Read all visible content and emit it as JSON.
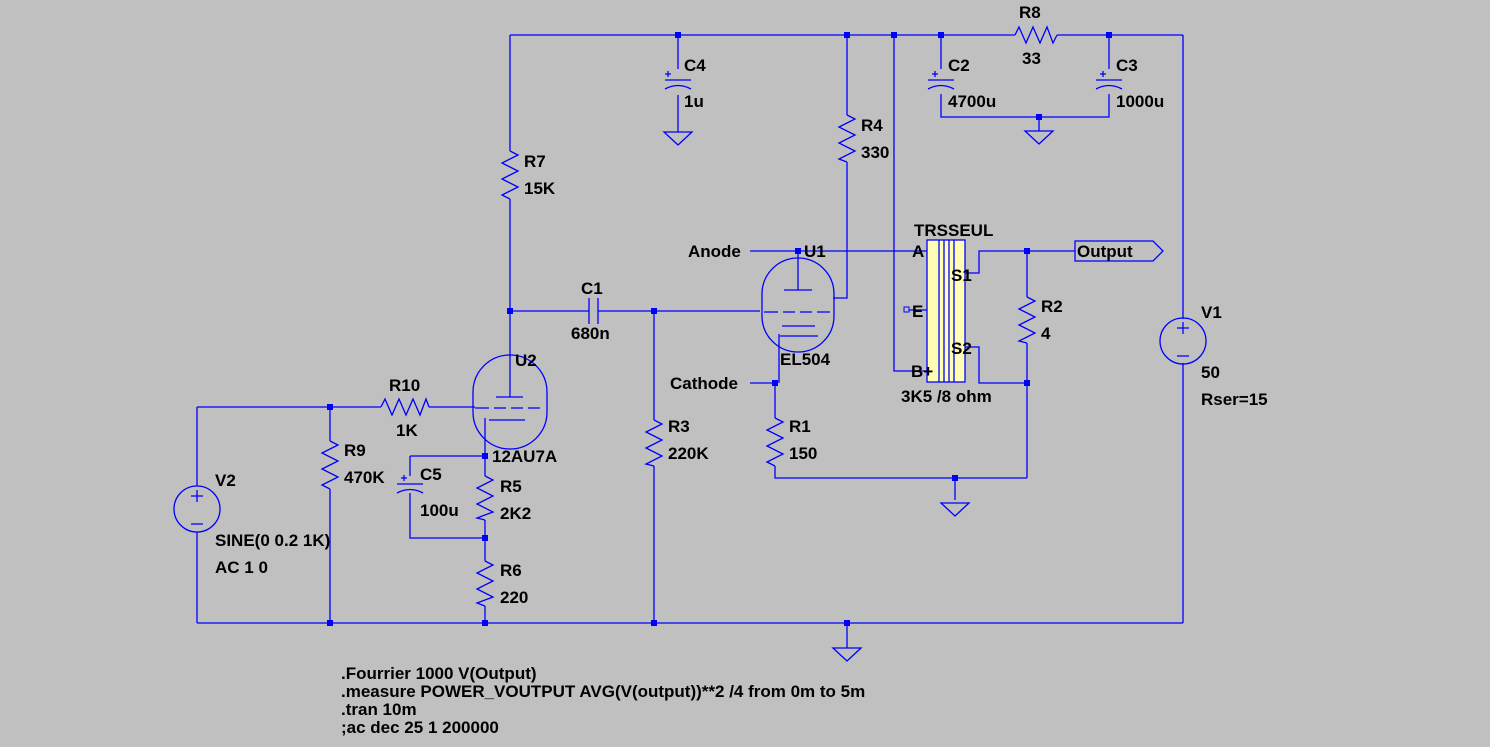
{
  "components": {
    "r8": {
      "name": "R8",
      "value": "33"
    },
    "c4": {
      "name": "C4",
      "value": "1u"
    },
    "c2": {
      "name": "C2",
      "value": "4700u"
    },
    "c3": {
      "name": "C3",
      "value": "1000u"
    },
    "r4": {
      "name": "R4",
      "value": "330"
    },
    "r7": {
      "name": "R7",
      "value": "15K"
    },
    "u1": {
      "name": "U1",
      "value": "EL504"
    },
    "trans": {
      "name": "TRSSEUL",
      "value": "3K5 /8 ohm",
      "pin_a": "A",
      "pin_e": "E",
      "pin_b": "B+",
      "pin_s1": "S1",
      "pin_s2": "S2"
    },
    "c1": {
      "name": "C1",
      "value": "680n"
    },
    "r2": {
      "name": "R2",
      "value": "4"
    },
    "v1": {
      "name": "V1",
      "value": "50",
      "extra": "Rser=15"
    },
    "u2": {
      "name": "U2",
      "value": "12AU7A"
    },
    "r10": {
      "name": "R10",
      "value": "1K"
    },
    "r9": {
      "name": "R9",
      "value": "470K"
    },
    "r3": {
      "name": "R3",
      "value": "220K"
    },
    "r1": {
      "name": "R1",
      "value": "150"
    },
    "c5": {
      "name": "C5",
      "value": "100u"
    },
    "r5": {
      "name": "R5",
      "value": "2K2"
    },
    "r6": {
      "name": "R6",
      "value": "220"
    },
    "v2": {
      "name": "V2",
      "value": "SINE(0 0.2 1K)",
      "extra": "AC 1 0"
    }
  },
  "net_labels": {
    "anode": "Anode",
    "cathode": "Cathode",
    "output": "Output"
  },
  "directives": [
    ".Fourrier 1000 V(Output)",
    ".measure POWER_VOUTPUT AVG(V(output))**2 /4 from 0m to 5m",
    ".tran 10m",
    ";ac dec 25 1 200000"
  ]
}
